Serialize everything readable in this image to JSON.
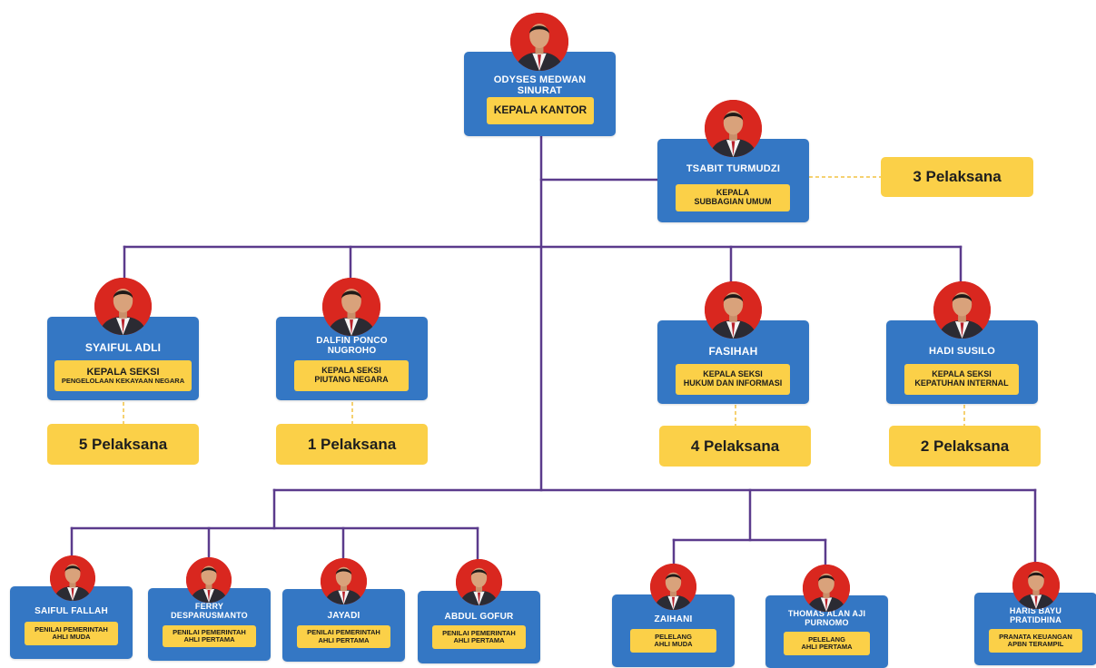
{
  "head": {
    "name_line1": "ODYSES MEDWAN",
    "name_line2": "SINURAT",
    "position": "KEPALA KANTOR"
  },
  "subbag": {
    "name": "TSABIT TURMUDZI",
    "position_line1": "KEPALA",
    "position_line2": "SUBBAGIAN UMUM",
    "pelaksana": "3 Pelaksana"
  },
  "sections": [
    {
      "name_line1": "SYAIFUL ADLI",
      "name_line2": "",
      "position_line1": "KEPALA SEKSI",
      "position_line2": "PENGELOLAAN KEKAYAAN NEGARA",
      "pelaksana": "5 Pelaksana"
    },
    {
      "name_line1": "DALFIN PONCO",
      "name_line2": "NUGROHO",
      "position_line1": "KEPALA SEKSI",
      "position_line2": "PIUTANG NEGARA",
      "pelaksana": "1 Pelaksana"
    },
    {
      "name_line1": "FASIHAH",
      "name_line2": "",
      "position_line1": "KEPALA SEKSI",
      "position_line2": "HUKUM DAN INFORMASI",
      "pelaksana": "4 Pelaksana"
    },
    {
      "name_line1": "HADI SUSILO",
      "name_line2": "",
      "position_line1": "KEPALA SEKSI",
      "position_line2": "KEPATUHAN INTERNAL",
      "pelaksana": "2 Pelaksana"
    }
  ],
  "staff": [
    {
      "name_line1": "SAIFUL FALLAH",
      "name_line2": "",
      "position_line1": "PENILAI PEMERINTAH",
      "position_line2": "AHLI MUDA"
    },
    {
      "name_line1": "FERRY",
      "name_line2": "DESPARUSMANTO",
      "position_line1": "PENILAI PEMERINTAH",
      "position_line2": "AHLI PERTAMA"
    },
    {
      "name_line1": "JAYADI",
      "name_line2": "",
      "position_line1": "PENILAI PEMERINTAH",
      "position_line2": "AHLI PERTAMA"
    },
    {
      "name_line1": "ABDUL GOFUR",
      "name_line2": "",
      "position_line1": "PENILAI PEMERINTAH",
      "position_line2": "AHLI PERTAMA"
    },
    {
      "name_line1": "ZAIHANI",
      "name_line2": "",
      "position_line1": "PELELANG",
      "position_line2": "AHLI MUDA"
    },
    {
      "name_line1": "THOMAS ALAN AJI",
      "name_line2": "PURNOMO",
      "position_line1": "PELELANG",
      "position_line2": "AHLI PERTAMA"
    },
    {
      "name_line1": "HARIS BAYU",
      "name_line2": "PRATIDHINA",
      "position_line1": "PRANATA KEUANGAN",
      "position_line2": "APBN TERAMPIL"
    }
  ],
  "colors": {
    "card": "#3477c4",
    "label": "#fbd048",
    "line": "#5b3b8c",
    "dash": "#f2c242",
    "avatar_bg": "#d9271f"
  }
}
